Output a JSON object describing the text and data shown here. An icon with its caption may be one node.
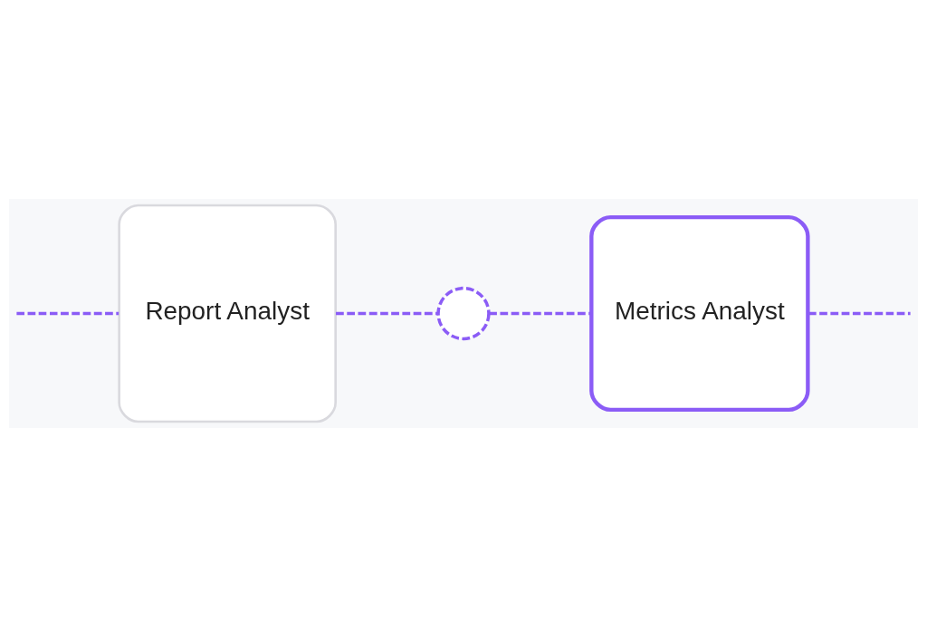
{
  "diagram": {
    "nodes": [
      {
        "text": [
          "Report Analyst"
        ]
      },
      {
        "text": [],
        "shape": "circle"
      },
      {
        "text": [
          "Metrics Analyst"
        ]
      }
    ],
    "edges": [
      {
        "from": null,
        "to": 0,
        "arrow": "none",
        "style": "dashed"
      },
      {
        "from": 0,
        "to": 1,
        "arrow": "none",
        "style": "dashed"
      },
      {
        "from": 1,
        "to": 2,
        "arrow": "none",
        "style": "dashed"
      },
      {
        "from": 2,
        "to": null,
        "arrow": "none",
        "style": "dashed"
      }
    ]
  }
}
